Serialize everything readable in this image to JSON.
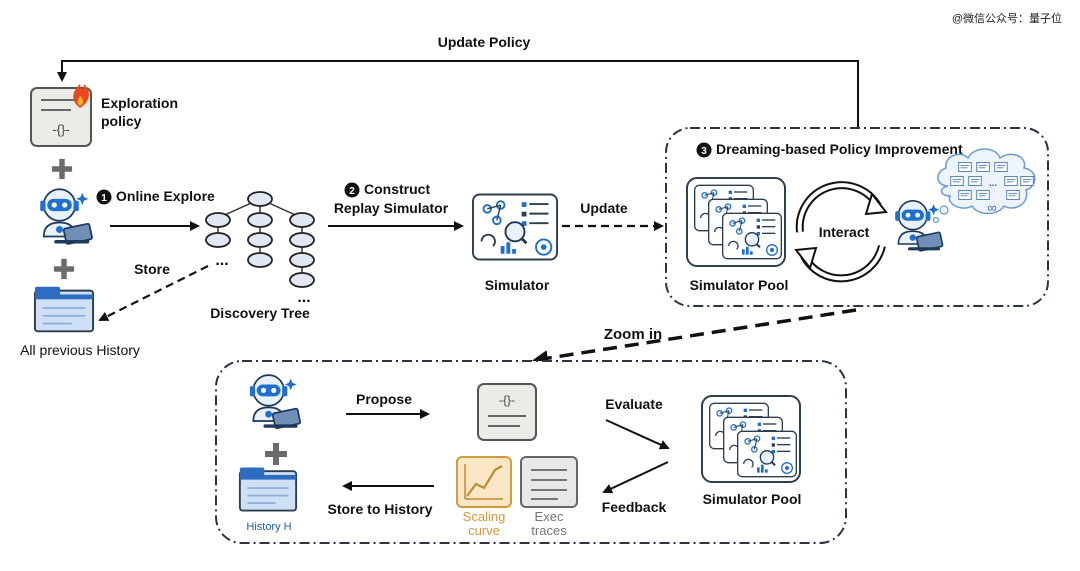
{
  "watermark": "@微信公众号：量子位",
  "top": {
    "update_policy": "Update Policy",
    "exploration_policy_line1": "Exploration",
    "exploration_policy_line2": "policy",
    "step1": "Online Explore",
    "step1_num": "1",
    "store": "Store",
    "all_history": "All previous History",
    "discovery_tree": "Discovery Tree",
    "step2_line1": "Construct",
    "step2_line2": "Replay Simulator",
    "step2_num": "2",
    "simulator": "Simulator",
    "update": "Update",
    "step3": "Dreaming-based Policy Improvement",
    "step3_num": "3",
    "interact": "Interact",
    "simulator_pool": "Simulator Pool",
    "zoom_in": "Zoom in",
    "policy_code": "-{}-",
    "ellipsis": "...",
    "infinity": "∞"
  },
  "bottom": {
    "propose": "Propose",
    "evaluate": "Evaluate",
    "feedback": "Feedback",
    "store_to_history": "Store to History",
    "history_h": "History H",
    "scaling_line1": "Scaling",
    "scaling_line2": "curve",
    "exec_line1": "Exec",
    "exec_line2": "traces",
    "simulator_pool": "Simulator Pool",
    "policy_code": "-{}-"
  },
  "colors": {
    "robot_blue": "#1f6fd1",
    "box_border": "#2c3e50",
    "scaling_fill": "#fbe7c6",
    "scaling_border": "#d39a3c",
    "folder_blue": "#cfe0f6",
    "folder_tab": "#2d6cc0"
  }
}
